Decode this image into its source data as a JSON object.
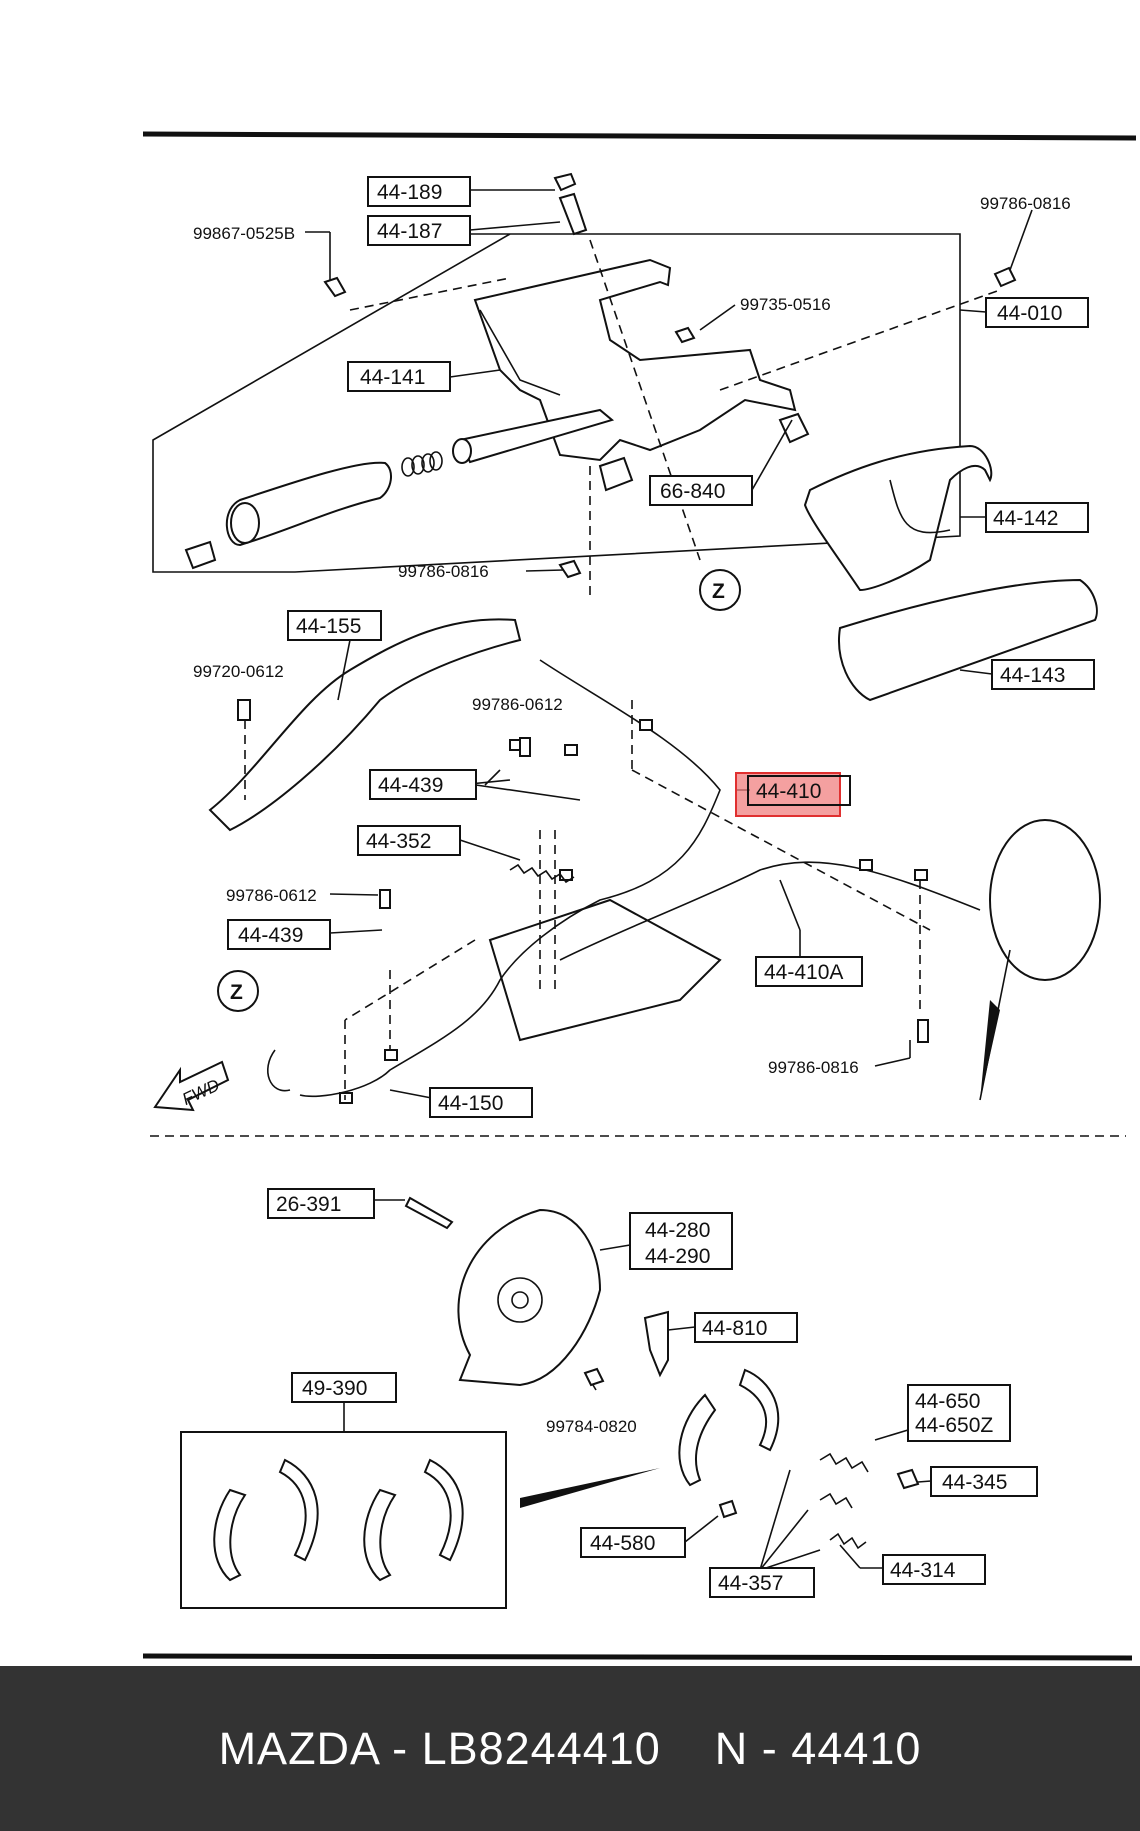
{
  "labels": {
    "l_44_189": "44-189",
    "l_44_187": "44-187",
    "l_99867": "99867-0525B",
    "l_99786_tr": "99786-0816",
    "l_44_010": "44-010",
    "l_99735": "99735-0516",
    "l_44_141": "44-141",
    "l_66_840": "66-840",
    "l_44_142": "44-142",
    "l_99786_mid": "99786-0816",
    "l_z_top": "Z",
    "l_44_155": "44-155",
    "l_44_143": "44-143",
    "l_99720": "99720-0612",
    "l_99786_0612a": "99786-0612",
    "l_44_439a": "44-439",
    "l_44_410": "44-410",
    "l_44_352": "44-352",
    "l_99786_0612b": "99786-0612",
    "l_44_439b": "44-439",
    "l_44_410a": "44-410A",
    "l_z_bottom": "Z",
    "l_fwd": "FWD",
    "l_99786_br": "99786-0816",
    "l_44_150": "44-150",
    "l_26_391": "26-391",
    "l_44_280": "44-280",
    "l_44_290": "44-290",
    "l_44_810": "44-810",
    "l_49_390": "49-390",
    "l_99784": "99784-0820",
    "l_44_650": "44-650",
    "l_44_650z": "44-650Z",
    "l_44_345": "44-345",
    "l_44_580": "44-580",
    "l_44_314": "44-314",
    "l_44_357": "44-357"
  },
  "footer": {
    "text": "MAZDA - LB8244410    N - 44410"
  },
  "colors": {
    "highlight_fill": "#f08080",
    "highlight_stroke": "#e03030",
    "footer_bg": "#333333",
    "footer_text": "#ffffff"
  }
}
